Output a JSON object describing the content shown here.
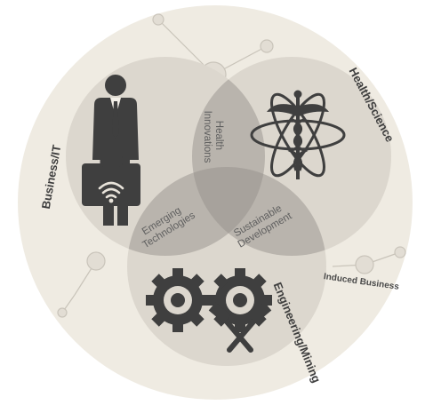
{
  "diagram": {
    "outer_labels": {
      "business_it": "Business/IT",
      "health_science": "Health/Science",
      "engineering_mining": "Engineering/Mining",
      "induced_business": "Induced Business"
    },
    "intersection_labels": {
      "health_innovations": [
        "Health",
        "Innovations"
      ],
      "emerging_technologies": [
        "Emerging",
        "Technologies"
      ],
      "sustainable_development": [
        "Sustainable",
        "Development"
      ]
    },
    "icons": {
      "business": "businessman-with-briefcase-wifi-icon",
      "health": "atom-caduceus-icon",
      "engineering": "gears-crossed-hammers-icon"
    },
    "colors": {
      "disc": "#efebe2",
      "circle": "#dcd7ce",
      "overlap_pair": "#b9b4ad",
      "overlap_center": "#a7a29c",
      "icon": "#3f3f3f"
    }
  }
}
